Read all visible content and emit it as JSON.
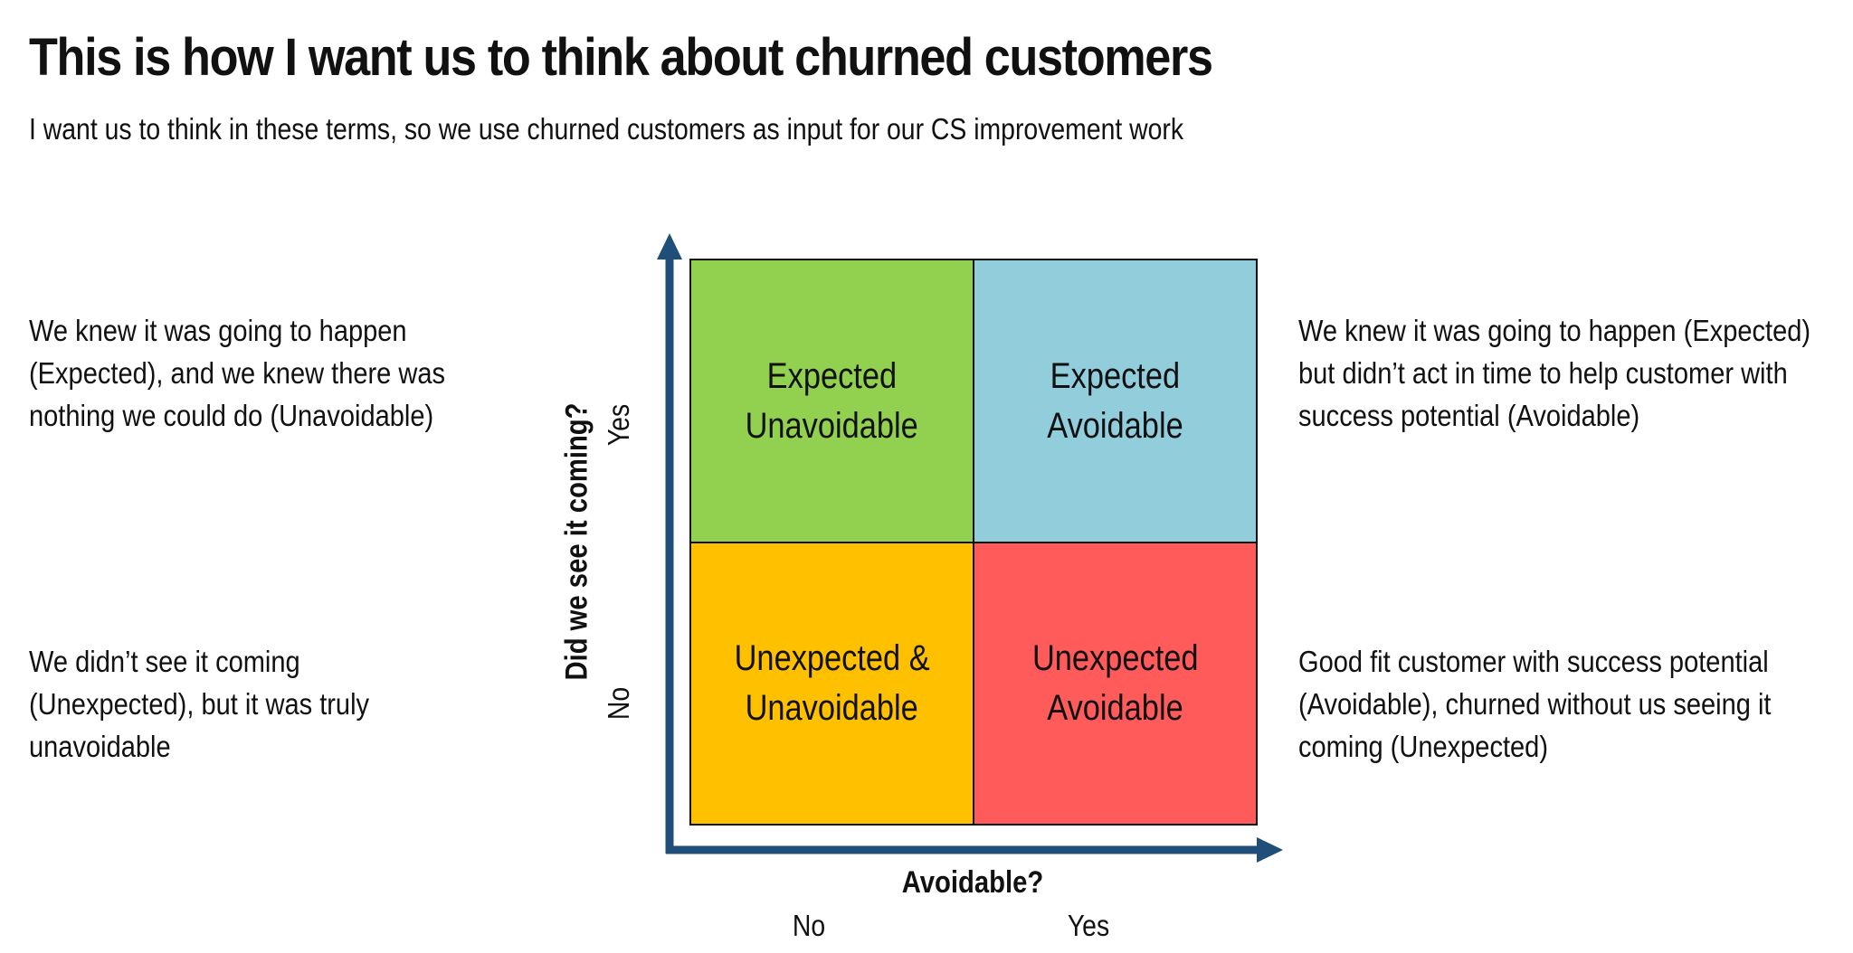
{
  "header": {
    "title": "This is how I want us to think about churned customers",
    "subtitle": "I want us to think in these terms, so we use churned customers as input for our CS improvement work"
  },
  "descriptions": {
    "top_left": [
      "We knew it was going to happen",
      "(Expected), and we knew there was",
      "nothing we could do (Unavoidable)"
    ],
    "bottom_left": [
      "We didn’t see it coming",
      "(Unexpected), but it was truly",
      "unavoidable"
    ],
    "top_right": [
      "We knew it was going to happen (Expected)",
      "but didn’t act in time to help customer with",
      "success potential (Avoidable)"
    ],
    "bottom_right": [
      "Good fit customer with success potential",
      "(Avoidable), churned without us seeing it",
      "coming (Unexpected)"
    ]
  },
  "matrix": {
    "quadrants": {
      "top_left": {
        "lines": [
          "Expected",
          "Unavoidable"
        ],
        "color": "#92D050"
      },
      "top_right": {
        "lines": [
          "Expected",
          "Avoidable"
        ],
        "color": "#92CDDC"
      },
      "bottom_left": {
        "lines": [
          "Unexpected &",
          "Unavoidable"
        ],
        "color": "#FFC000"
      },
      "bottom_right": {
        "lines": [
          "Unexpected",
          "Avoidable"
        ],
        "color": "#FF5B5B"
      }
    },
    "x_axis": {
      "label": "Avoidable?",
      "ticks": [
        "No",
        "Yes"
      ]
    },
    "y_axis": {
      "label": "Did we see it coming?",
      "ticks": [
        "No",
        "Yes"
      ]
    },
    "axis_color": "#1F4E79"
  }
}
